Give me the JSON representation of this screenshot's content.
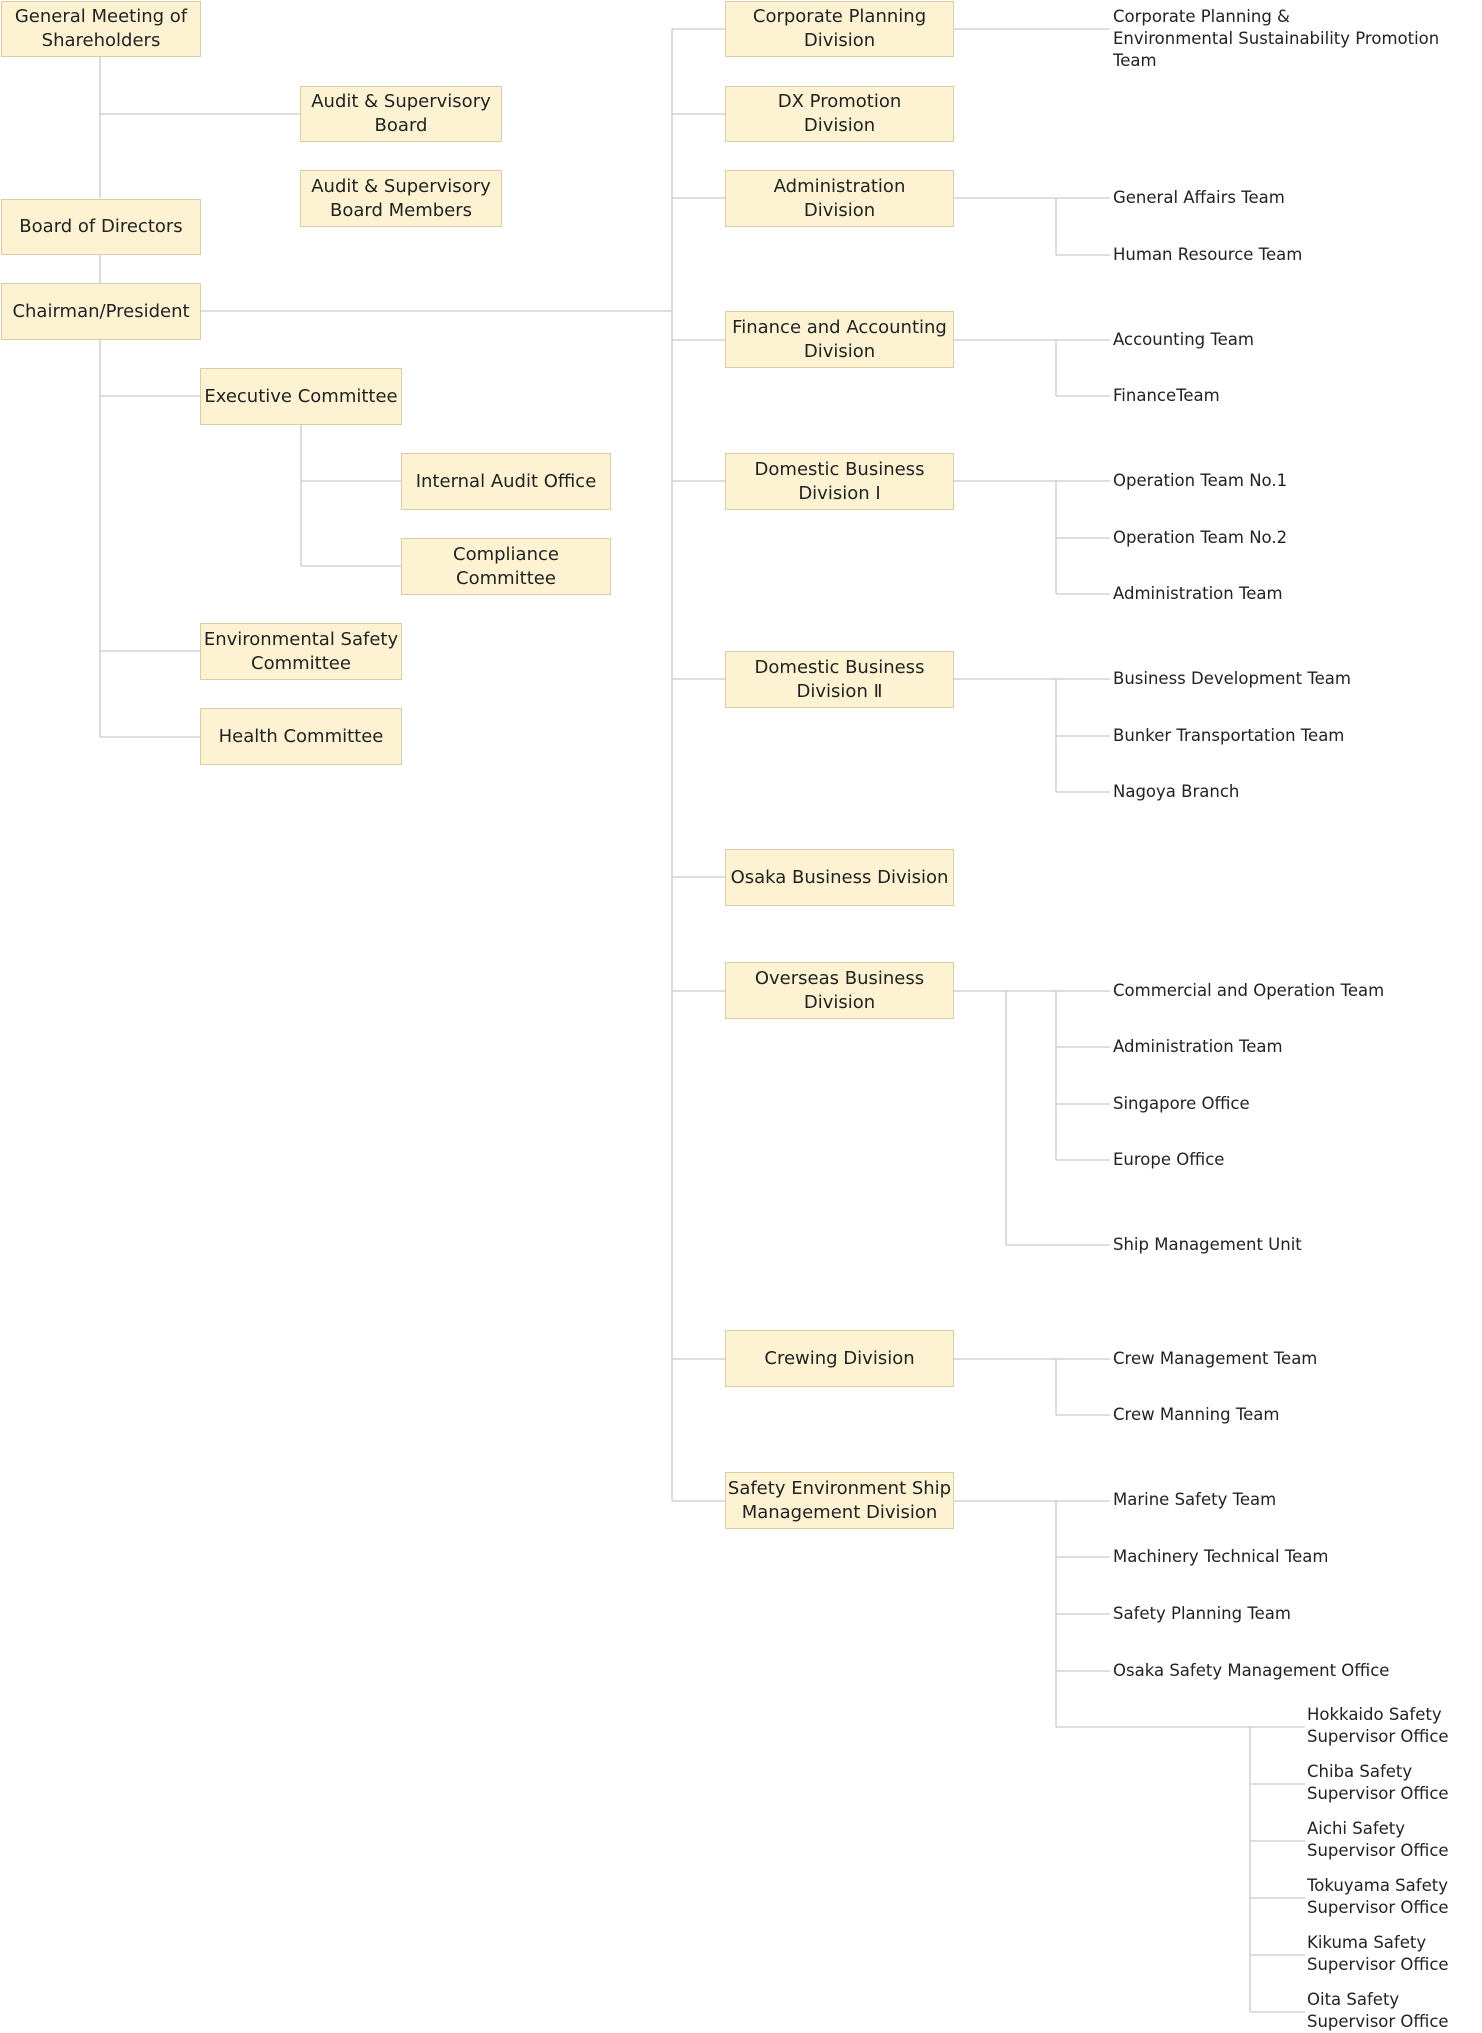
{
  "left": {
    "shareholders": "General Meeting of\nShareholders",
    "audit_board": "Audit & Supervisory\nBoard",
    "audit_members": "Audit & Supervisory\nBoard Members",
    "board": "Board of Directors",
    "chairman": "Chairman/President",
    "executive": "Executive Committee",
    "internal_audit": "Internal Audit Office",
    "compliance": "Compliance Committee",
    "env_safety": "Environmental Safety\nCommittee",
    "health": "Health Committee"
  },
  "divisions": {
    "corp_planning": "Corporate Planning\nDivision",
    "dx": "DX Promotion\nDivision",
    "administration": "Administration\nDivision",
    "finance": "Finance and Accounting\nDivision",
    "domestic1": "Domestic Business\nDivision Ⅰ",
    "domestic2": "Domestic Business\nDivision Ⅱ",
    "osaka": "Osaka Business Division",
    "overseas": "Overseas Business\nDivision",
    "crewing": "Crewing Division",
    "safety": "Safety Environment Ship\nManagement Division"
  },
  "teams": {
    "corp_sustain": "Corporate Planning &\nEnvironmental Sustainability Promotion Team",
    "general_affairs": "General Affairs Team",
    "hr": "Human Resource Team",
    "accounting": "Accounting Team",
    "finance_team": "FinanceTeam",
    "op1": "Operation Team No.1",
    "op2": "Operation Team No.2",
    "dom_admin": "Administration Team",
    "biz_dev": "Business Development Team",
    "bunker": "Bunker Transportation Team",
    "nagoya": "Nagoya Branch",
    "commercial": "Commercial and Operation Team",
    "ovs_admin": "Administration Team",
    "singapore": "Singapore Office",
    "europe": "Europe Office",
    "ship_mgmt": "Ship Management Unit",
    "crew_mgmt": "Crew Management Team",
    "crew_manning": "Crew Manning Team",
    "marine": "Marine Safety Team",
    "machinery": "Machinery Technical Team",
    "safety_planning": "Safety Planning Team",
    "osaka_safety": "Osaka Safety Management Office",
    "hokkaido": "Hokkaido Safety\nSupervisor Office",
    "chiba": "Chiba Safety\nSupervisor Office",
    "aichi": "Aichi Safety\nSupervisor Office",
    "tokuyama": "Tokuyama Safety\nSupervisor Office",
    "kikuma": "Kikuma Safety\nSupervisor Office",
    "oita": "Oita Safety\nSupervisor Office"
  }
}
